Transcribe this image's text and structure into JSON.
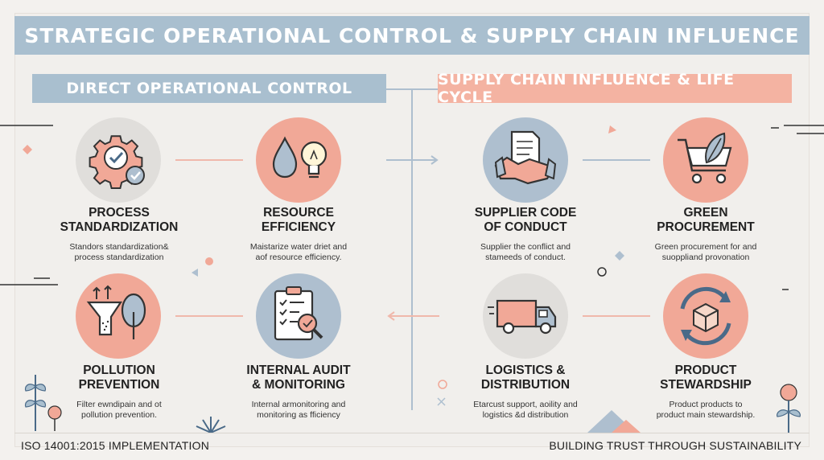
{
  "title": "STRATEGIC OPERATIONAL CONTROL & SUPPLY CHAIN INFLUENCE",
  "sections": {
    "left": "DIRECT OPERATIONAL CONTROL",
    "right": "SUPPLY CHAIN INFLUENCE & LIFE CYCLE"
  },
  "items": {
    "process": {
      "title_1": "PROCESS",
      "title_2": "STANDARDIZATION",
      "desc_1": "Standors standardization&",
      "desc_2": "process standardization",
      "icon": "gear-check-icon"
    },
    "resource": {
      "title_1": "RESOURCE",
      "title_2": "EFFICIENCY",
      "desc_1": "Maistarize water driet and",
      "desc_2": "aof resource efficiency.",
      "icon": "water-bulb-icon"
    },
    "pollution": {
      "title_1": "POLLUTION",
      "title_2": "PREVENTION",
      "desc_1": "Filter ewndipain and ot",
      "desc_2": "pollution prevention.",
      "icon": "filter-tree-icon"
    },
    "audit": {
      "title_1": "INTERNAL AUDIT",
      "title_2": "& MONITORING",
      "desc_1": "Internal armonitoring and",
      "desc_2": "monitoring as fficiency",
      "icon": "clipboard-magnifier-icon"
    },
    "supplier": {
      "title_1": "SUPPLIER CODE",
      "title_2": "OF CONDUCT",
      "desc_1": "Supplier the conflict and",
      "desc_2": "stameeds of conduct.",
      "icon": "handshake-document-icon"
    },
    "green": {
      "title_1": "GREEN",
      "title_2": "PROCUREMENT",
      "desc_1": "Green procurement for and",
      "desc_2": "suoppliand provonation",
      "icon": "cart-leaf-icon"
    },
    "logistics": {
      "title_1": "LOGISTICS &",
      "title_2": "DISTRIBUTION",
      "desc_1": "Etarcust support, aoility and",
      "desc_2": "logistics &d distribution",
      "icon": "truck-icon"
    },
    "stewardship": {
      "title_1": "PRODUCT",
      "title_2": "STEWARDSHIP",
      "desc_1": "Product products  to",
      "desc_2": "product main stewardship.",
      "icon": "box-cycle-icon"
    }
  },
  "footer": {
    "left": "ISO 14001:2015 IMPLEMENTATION",
    "right": "BUILDING TRUST THROUGH SUSTAINABILITY"
  },
  "colors": {
    "blue": "#a9bfcf",
    "salmon": "#f4b3a2",
    "pink_circle": "#f1a897",
    "gray_circle": "#e0dedb",
    "background": "#f1efec"
  }
}
